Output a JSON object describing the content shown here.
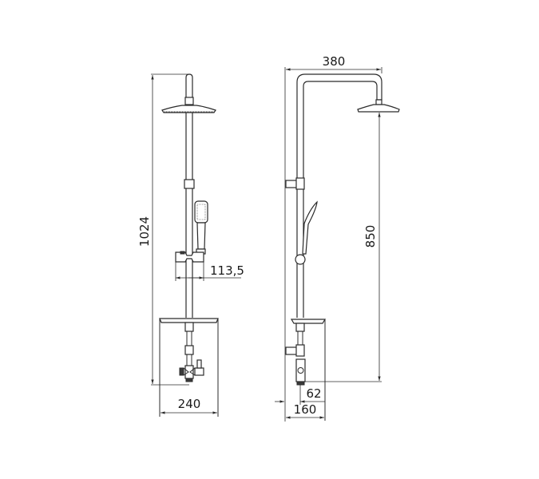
{
  "front_view": {
    "dimensions": {
      "height": "1024",
      "holder_offset": "113,5",
      "width": "240"
    }
  },
  "side_view": {
    "dimensions": {
      "arm_reach": "380",
      "head_height": "850",
      "wall_offset": "62",
      "depth": "160"
    }
  }
}
